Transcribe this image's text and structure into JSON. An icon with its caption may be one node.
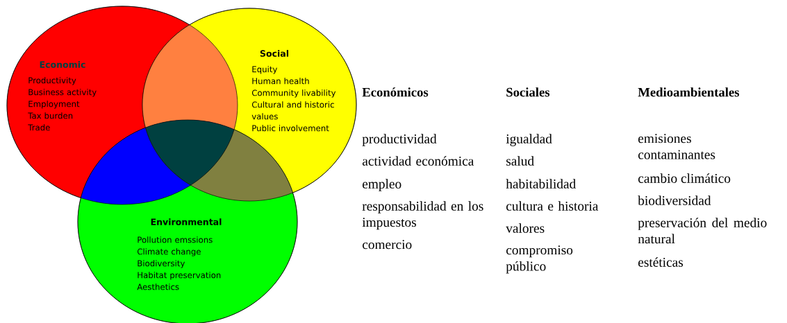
{
  "diagram": {
    "nodes": [
      {
        "text": [
          "Economic",
          "Productivity",
          "Business activity",
          "Employment",
          "Tax burden",
          "Trade"
        ]
      },
      {
        "text": [
          "Social",
          "Equity",
          "Human health",
          "Community livability",
          "Cultural and historic values",
          "Public involvement"
        ]
      },
      {
        "text": [
          "Environmental",
          "Pollution emssions",
          "Climate change",
          "Biodiversity",
          "Habitat preservation",
          "Aesthetics"
        ]
      }
    ],
    "labels": [
      "Económicos",
      "productividad",
      "actividad económica",
      "empleo",
      "responsabilidad en los impuestos",
      "comercio",
      "Sociales",
      "igualdad",
      "salud",
      "habitabilidad",
      "cultura e historia",
      "valores",
      "compromiso público",
      "Medioambientales",
      "emisiones contaminantes",
      "cambio climático",
      "biodiversidad",
      "preservación del medio natural",
      "estéticas"
    ]
  }
}
